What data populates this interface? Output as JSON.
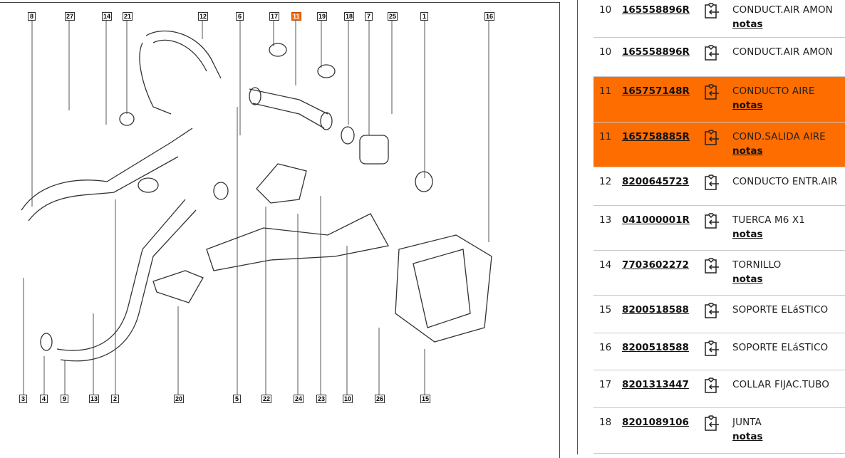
{
  "diagram": {
    "highlight_color": "#f26b10",
    "callouts_top": [
      "8",
      "27",
      "14",
      "21",
      "12",
      "6",
      "17",
      "11",
      "19",
      "18",
      "7",
      "25",
      "1",
      "16"
    ],
    "callouts_bottom": [
      "3",
      "4",
      "9",
      "13",
      "2",
      "20",
      "5",
      "22",
      "24",
      "23",
      "10",
      "26",
      "15"
    ],
    "active_callout": "11"
  },
  "parts": {
    "highlight_color": "#fe6d00",
    "notes_label": "notas",
    "rows": [
      {
        "num": "10",
        "ref": "165558896R",
        "desc": "CONDUCT.AIR AMON",
        "notes": true,
        "hl": false
      },
      {
        "num": "10",
        "ref": "165558896R",
        "desc": "CONDUCT.AIR AMON",
        "notes": false,
        "hl": false
      },
      {
        "num": "11",
        "ref": "165757148R",
        "desc": "CONDUCTO AIRE",
        "notes": true,
        "hl": true
      },
      {
        "num": "11",
        "ref": "165758885R",
        "desc": "COND.SALIDA AIRE",
        "notes": true,
        "hl": true
      },
      {
        "num": "12",
        "ref": "8200645723",
        "desc": "CONDUCTO ENTR.AIR",
        "notes": false,
        "hl": false
      },
      {
        "num": "13",
        "ref": "041000001R",
        "desc": "TUERCA M6 X1",
        "notes": true,
        "hl": false
      },
      {
        "num": "14",
        "ref": "7703602272",
        "desc": "TORNILLO",
        "notes": true,
        "hl": false
      },
      {
        "num": "15",
        "ref": "8200518588",
        "desc": "SOPORTE ELáSTICO",
        "notes": false,
        "hl": false
      },
      {
        "num": "16",
        "ref": "8200518588",
        "desc": "SOPORTE ELáSTICO",
        "notes": false,
        "hl": false
      },
      {
        "num": "17",
        "ref": "8201313447",
        "desc": "COLLAR FIJAC.TUBO",
        "notes": false,
        "hl": false
      },
      {
        "num": "18",
        "ref": "8201089106",
        "desc": "JUNTA",
        "notes": true,
        "hl": false
      }
    ]
  }
}
